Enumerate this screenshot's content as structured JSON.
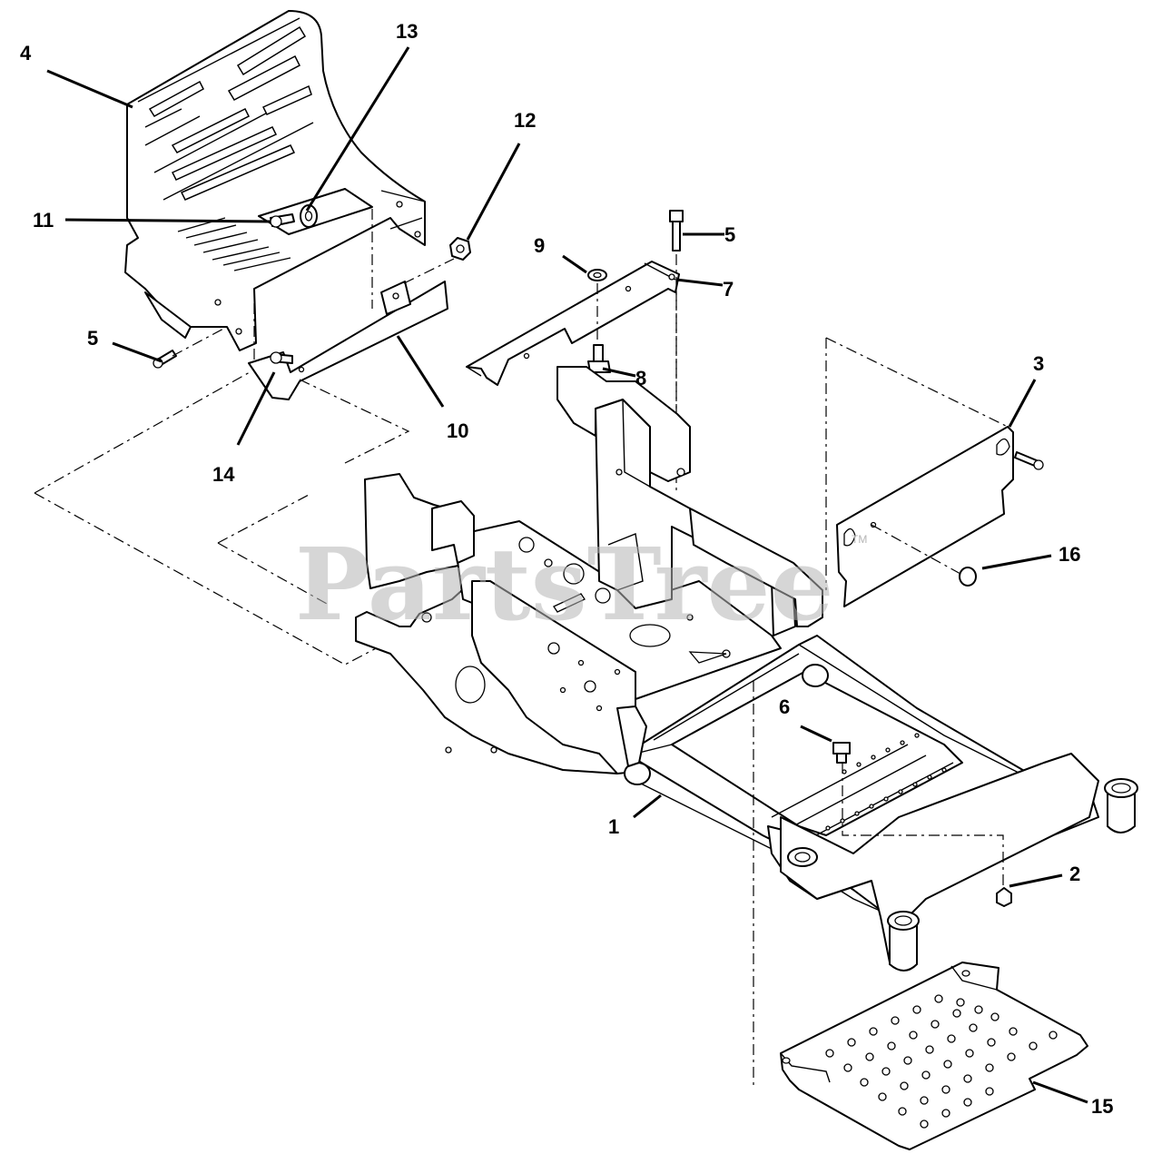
{
  "watermark": {
    "text": "PartsTree",
    "tm": "TM",
    "color": "#b5b5b5"
  },
  "callouts": [
    {
      "id": "c1",
      "label": "1"
    },
    {
      "id": "c2",
      "label": "2"
    },
    {
      "id": "c3",
      "label": "3"
    },
    {
      "id": "c4",
      "label": "4"
    },
    {
      "id": "c5a",
      "label": "5"
    },
    {
      "id": "c5b",
      "label": "5"
    },
    {
      "id": "c6",
      "label": "6"
    },
    {
      "id": "c7",
      "label": "7"
    },
    {
      "id": "c8",
      "label": "8"
    },
    {
      "id": "c9",
      "label": "9"
    },
    {
      "id": "c10",
      "label": "10"
    },
    {
      "id": "c11",
      "label": "11"
    },
    {
      "id": "c12",
      "label": "12"
    },
    {
      "id": "c13",
      "label": "13"
    },
    {
      "id": "c14",
      "label": "14"
    },
    {
      "id": "c15",
      "label": "15"
    },
    {
      "id": "c16",
      "label": "16"
    }
  ]
}
